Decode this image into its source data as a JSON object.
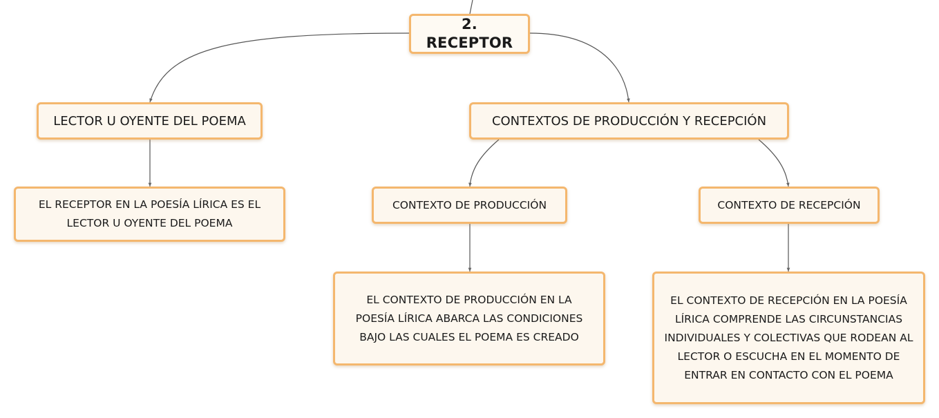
{
  "nodes": {
    "root": "2. RECEPTOR",
    "lector": "LECTOR U OYENTE DEL POEMA",
    "contextos": "CONTEXTOS DE PRODUCCIÓN Y RECEPCIÓN",
    "receptor_desc": "EL RECEPTOR EN LA POESÍA LÍRICA ES EL LECTOR U OYENTE DEL POEMA",
    "produccion": "CONTEXTO DE PRODUCCIÓN",
    "recepcion": "CONTEXTO DE RECEPCIÓN",
    "produccion_desc": "EL CONTEXTO DE PRODUCCIÓN EN LA POESÍA LÍRICA ABARCA LAS CONDICIONES BAJO LAS CUALES EL POEMA ES CREADO",
    "recepcion_desc": "EL CONTEXTO DE RECEPCIÓN EN LA POESÍA LÍRICA COMPRENDE LAS CIRCUNSTANCIAS INDIVIDUALES Y COLECTIVAS QUE RODEAN AL LECTOR O ESCUCHA EN EL MOMENTO DE ENTRAR EN CONTACTO CON EL POEMA"
  },
  "colors": {
    "node_border": "#f4b76e",
    "node_fill": "#fdf7ee",
    "edge": "#555555"
  }
}
